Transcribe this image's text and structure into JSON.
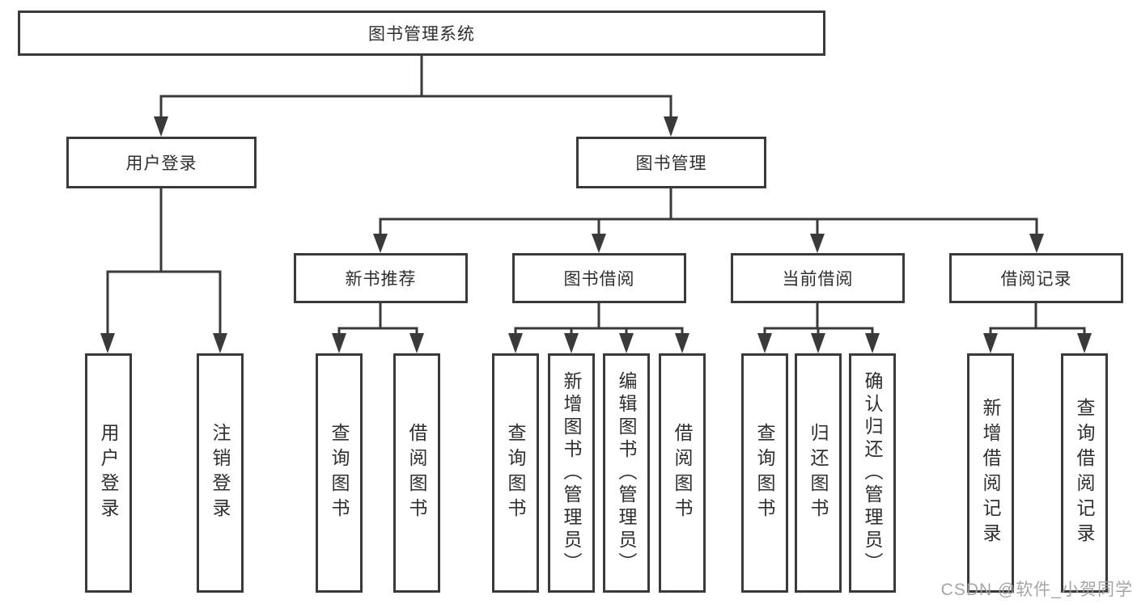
{
  "diagram_title": "图书管理系统",
  "nodes": {
    "root": {
      "label": "图书管理系统"
    },
    "level2": [
      {
        "label": "用户登录"
      },
      {
        "label": "图书管理"
      }
    ],
    "level3": [
      {
        "label": "新书推荐"
      },
      {
        "label": "图书借阅"
      },
      {
        "label": "当前借阅"
      },
      {
        "label": "借阅记录"
      }
    ],
    "leaves": [
      {
        "label": "用户登录",
        "parent": "用户登录"
      },
      {
        "label": "注销登录",
        "parent": "用户登录"
      },
      {
        "label": "查询图书",
        "parent": "新书推荐"
      },
      {
        "label": "借阅图书",
        "parent": "新书推荐"
      },
      {
        "label": "查询图书",
        "parent": "图书借阅"
      },
      {
        "label": "新增图书（管理员）",
        "parent": "图书借阅"
      },
      {
        "label": "编辑图书（管理员）",
        "parent": "图书借阅"
      },
      {
        "label": "借阅图书",
        "parent": "图书借阅"
      },
      {
        "label": "查询图书",
        "parent": "当前借阅"
      },
      {
        "label": "归还图书",
        "parent": "当前借阅"
      },
      {
        "label": "确认归还（管理员）",
        "parent": "当前借阅"
      },
      {
        "label": "新增借阅记录",
        "parent": "借阅记录"
      },
      {
        "label": "查询借阅记录",
        "parent": "借阅记录"
      }
    ]
  },
  "watermark": {
    "text": "CSDN @软件_小贺同学",
    "color": "#9e9e9e"
  },
  "colors": {
    "line": "#3a3a3a",
    "text": "#2f2f2f",
    "background": "#ffffff"
  }
}
